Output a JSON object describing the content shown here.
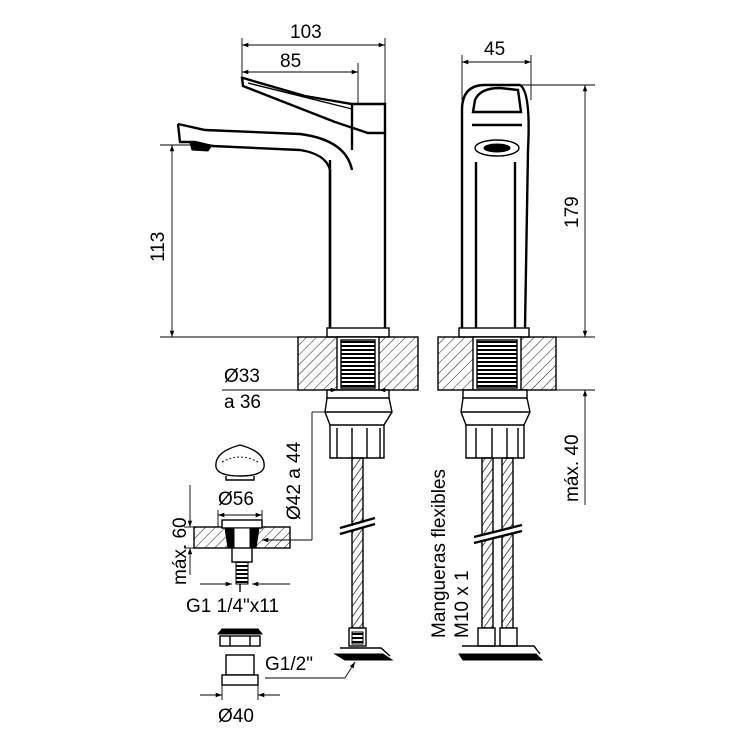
{
  "dimensions": {
    "total_reach": "103",
    "lever_reach": "85",
    "spout_height": "113",
    "side_width": "45",
    "total_height": "179",
    "hole_diameter_line1": "Ø33",
    "hole_diameter_line2": "a 36",
    "counter_thickness": "máx. 40",
    "valve_body_range": "Ø42 a 44",
    "flange_diameter": "Ø56",
    "basin_thickness": "máx. 60",
    "thread_spec": "G1 1/4\"x11",
    "hose_thread": "G1/2\"",
    "valve_diameter": "Ø40"
  },
  "notes": {
    "hoses_line1": "Mangueras flexibles",
    "hoses_line2": "M10 x 1"
  }
}
